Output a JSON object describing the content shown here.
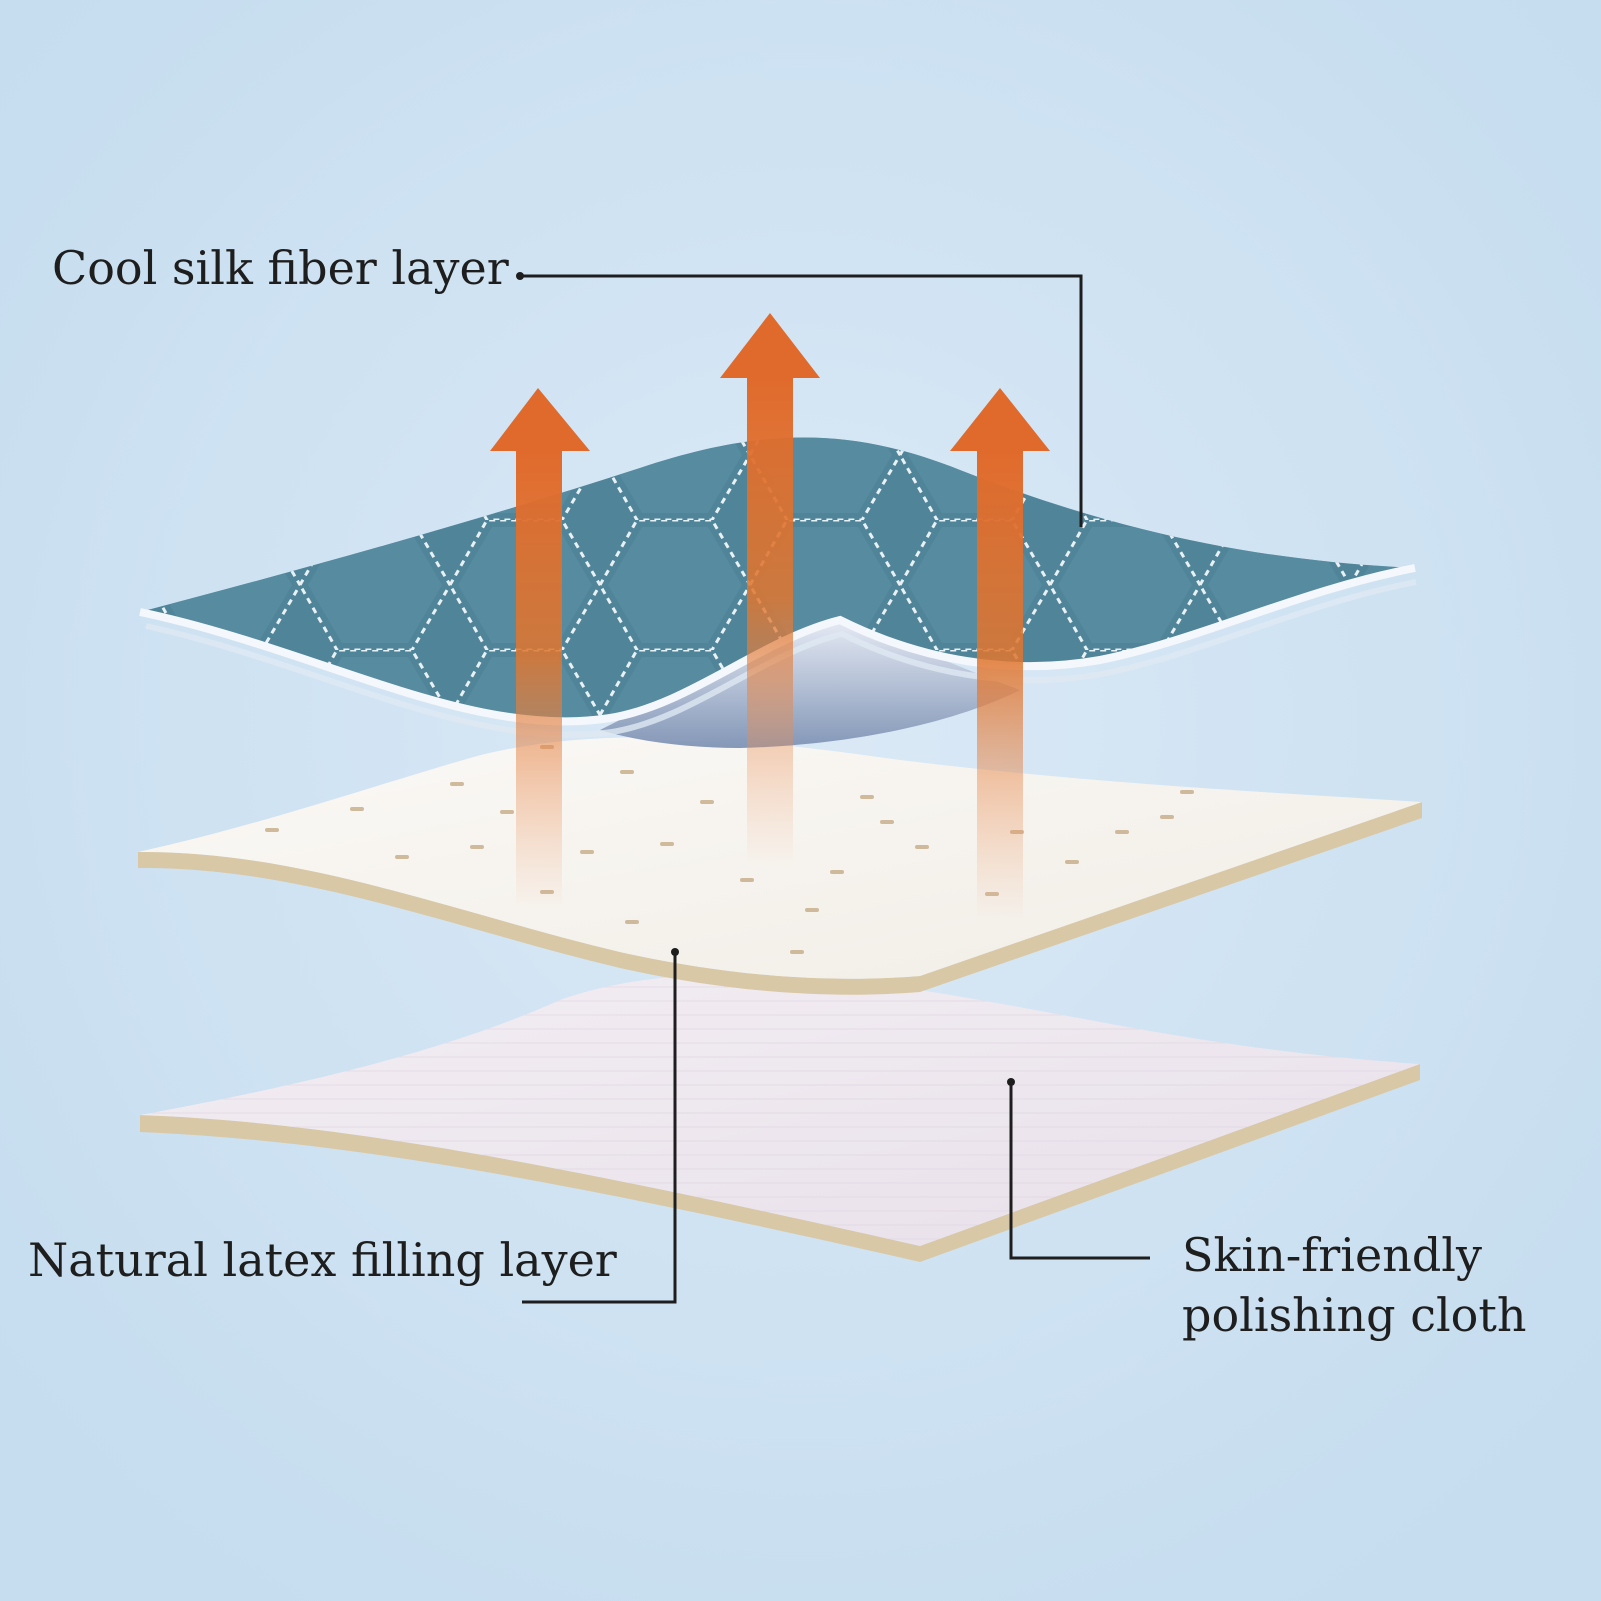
{
  "colors": {
    "background": "#c5ddef",
    "background_center": "#dbe9f6",
    "fabric_teal": "#4f8499",
    "fabric_underside": "#8d9fbd",
    "latex_layer": "#f5f2ec",
    "latex_edge": "#d9c8a5",
    "cloth_layer": "#ece5ee",
    "arrow_orange": "#e06a2c",
    "leader_line": "#1e1e1e",
    "label_text": "#1e1e1e"
  },
  "icons": {
    "airflow": "arrow-up-icon",
    "stitching": "hexagon-quilt-pattern"
  },
  "labels": {
    "top_layer": "Cool silk fiber layer",
    "middle_layer": "Natural latex filling layer",
    "bottom_layer_line1": "Skin-friendly",
    "bottom_layer_line2": "polishing cloth"
  }
}
